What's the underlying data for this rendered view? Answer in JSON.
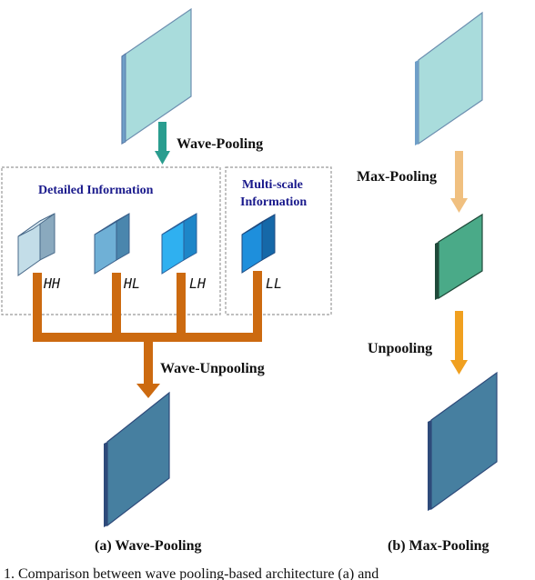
{
  "labels": {
    "wave_pooling": "Wave-Pooling",
    "max_pooling": "Max-Pooling",
    "wave_unpooling": "Wave-Unpooling",
    "unpooling": "Unpooling",
    "detailed_information": "Detailed  Information",
    "multi_scale_line1": "Multi-scale",
    "multi_scale_line2": "Information"
  },
  "bands": [
    "HH",
    "HL",
    "LH",
    "LL"
  ],
  "captions": {
    "a": "(a) Wave-Pooling",
    "b": "(b) Max-Pooling"
  },
  "bottom_text": "1. Comparison between wave pooling-based architecture (a) and"
}
